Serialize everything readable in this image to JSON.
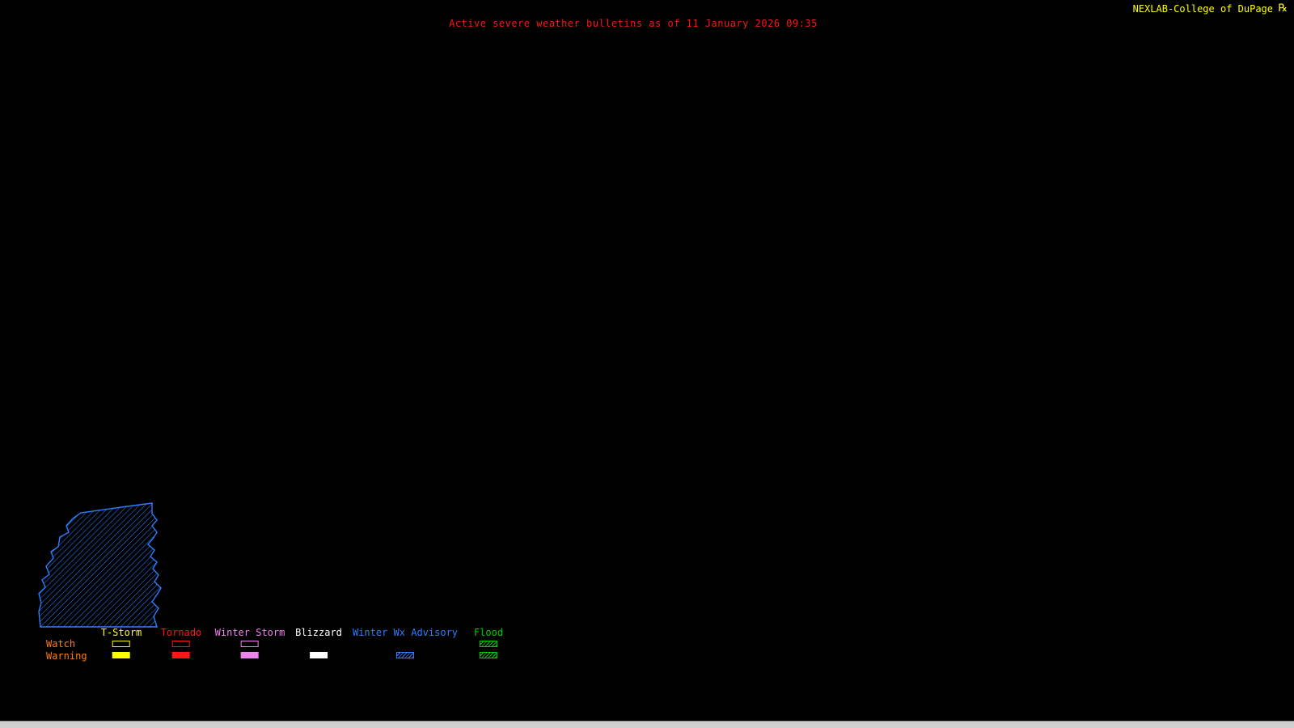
{
  "header": {
    "title": "Active severe weather bulletins as of 11 January 2026 09:35",
    "title_color": "#ff1414",
    "brand": "NEXLAB-College of DuPage",
    "brand_color": "#ffff00",
    "logo_glyph": "℞"
  },
  "map": {
    "region_name": "winter-weather-advisory-polygon",
    "region_color": "#2d7dff",
    "fill_style": "diagonal-hatch"
  },
  "legend": {
    "row_label_color": "#ff8000",
    "rows": [
      {
        "label": "Watch"
      },
      {
        "label": "Warning"
      }
    ],
    "columns": [
      {
        "label": "T-Storm",
        "color": "#ffff00",
        "watch": "outline",
        "warning": "solid"
      },
      {
        "label": "Tornado",
        "color": "#ff1414",
        "watch": "outline",
        "warning": "solid"
      },
      {
        "label": "Winter Storm",
        "color": "#ee82ee",
        "watch": "outline",
        "warning": "solid"
      },
      {
        "label": "Blizzard",
        "color": "#ffffff",
        "watch": "none",
        "warning": "solid"
      },
      {
        "label": "Winter Wx Advisory",
        "color": "#2d7dff",
        "watch": "none",
        "warning": "hatch"
      },
      {
        "label": "Flood",
        "color": "#00cc00",
        "watch": "hatch",
        "warning": "hatch"
      }
    ]
  }
}
